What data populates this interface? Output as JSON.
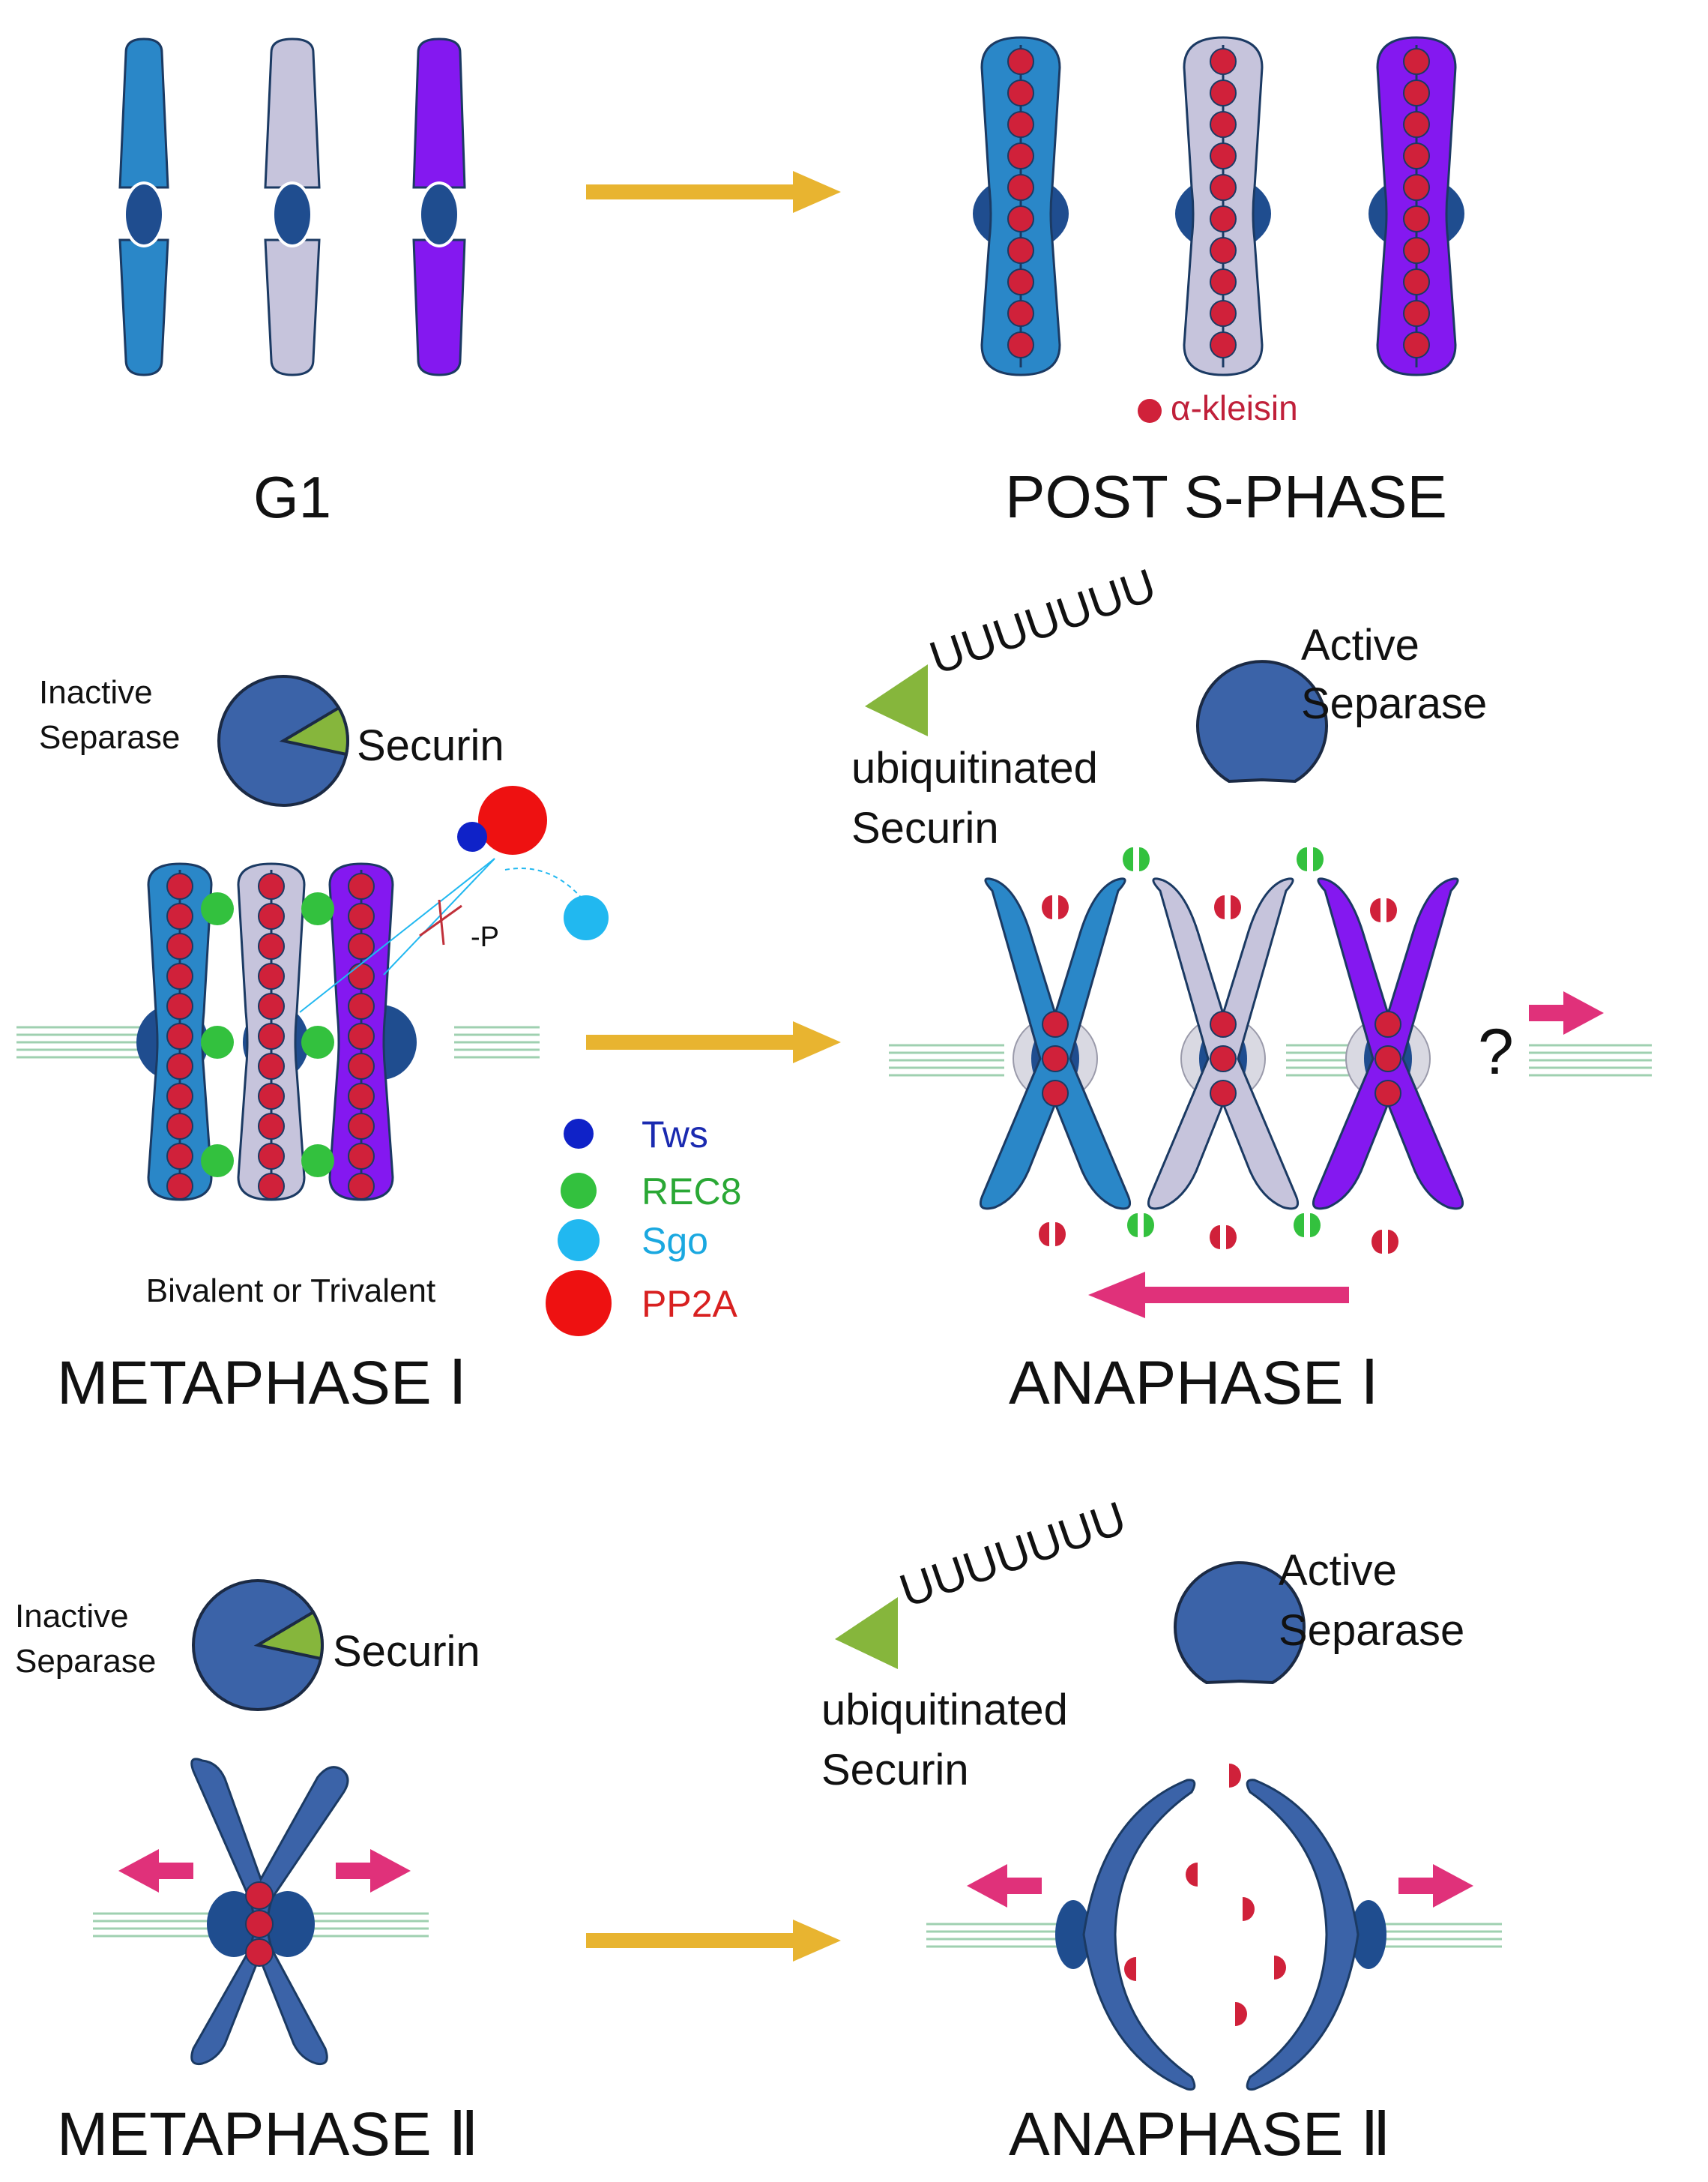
{
  "colors": {
    "chr_teal": "#2a87c8",
    "chr_lavender": "#c6c4dc",
    "chr_purple": "#8418f0",
    "centromere": "#1f4d8f",
    "kleisin": "#d0213a",
    "arrow_yellow": "#e8b430",
    "arrow_pink": "#e0317a",
    "separase": "#3b63a8",
    "securin": "#86b63c",
    "rec8": "#33c13e",
    "tws": "#0f22c8",
    "sgo": "#21b8f0",
    "pp2a": "#ee1111",
    "spindle": "#9fd0b0",
    "text": "#111111"
  },
  "labels": {
    "g1": "G1",
    "post_s": "POST S-PHASE",
    "kleisin": "α-kleisin",
    "meta1": "METAPHASE Ⅰ",
    "ana1": "ANAPHASE Ⅰ",
    "meta2": "METAPHASE Ⅱ",
    "ana2": "ANAPHASE Ⅱ",
    "inactive_sep_1": "Inactive",
    "inactive_sep_2": "Separase",
    "securin": "Securin",
    "active_sep_1": "Active",
    "active_sep_2": "Separase",
    "ubi_1": "ubiquitinated",
    "ubi_2": "Securin",
    "ubiquitin_chain": "UUUUUUU",
    "bivalent": "Bivalent or Trivalent",
    "minus_p": "-P",
    "question": "?"
  },
  "legend": [
    {
      "name": "Tws",
      "color": "#0f22c8",
      "text_color": "#1a2ab0"
    },
    {
      "name": "REC8",
      "color": "#33c13e",
      "text_color": "#2aa835"
    },
    {
      "name": "Sgo",
      "color": "#21b8f0",
      "text_color": "#1aa8e0"
    },
    {
      "name": "PP2A",
      "color": "#ee1111",
      "text_color": "#d82020"
    }
  ],
  "icons": [
    "chromosome-icon",
    "separase-icon",
    "securin-icon",
    "spindle-icon",
    "arrow-icon"
  ]
}
